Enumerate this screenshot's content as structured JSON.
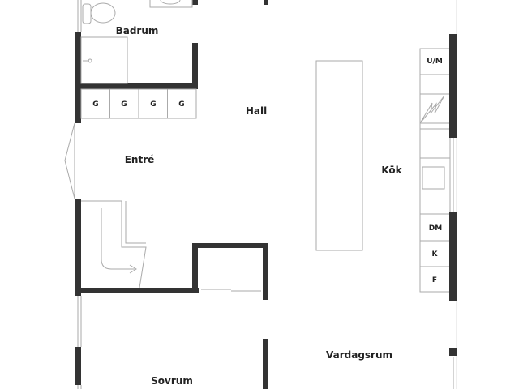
{
  "rooms": {
    "badrum": "Badrum",
    "hall": "Hall",
    "entre": "Entré",
    "kok": "Kök",
    "vardagsrum": "Vardagsrum",
    "sovrum": "Sovrum"
  },
  "cabinets": [
    "G",
    "G",
    "G",
    "G"
  ],
  "kitchen_units": {
    "um": "U/M",
    "dm": "DM",
    "k": "K",
    "f": "F"
  },
  "colors": {
    "wall": "#333333",
    "line": "#aaaaaa"
  }
}
